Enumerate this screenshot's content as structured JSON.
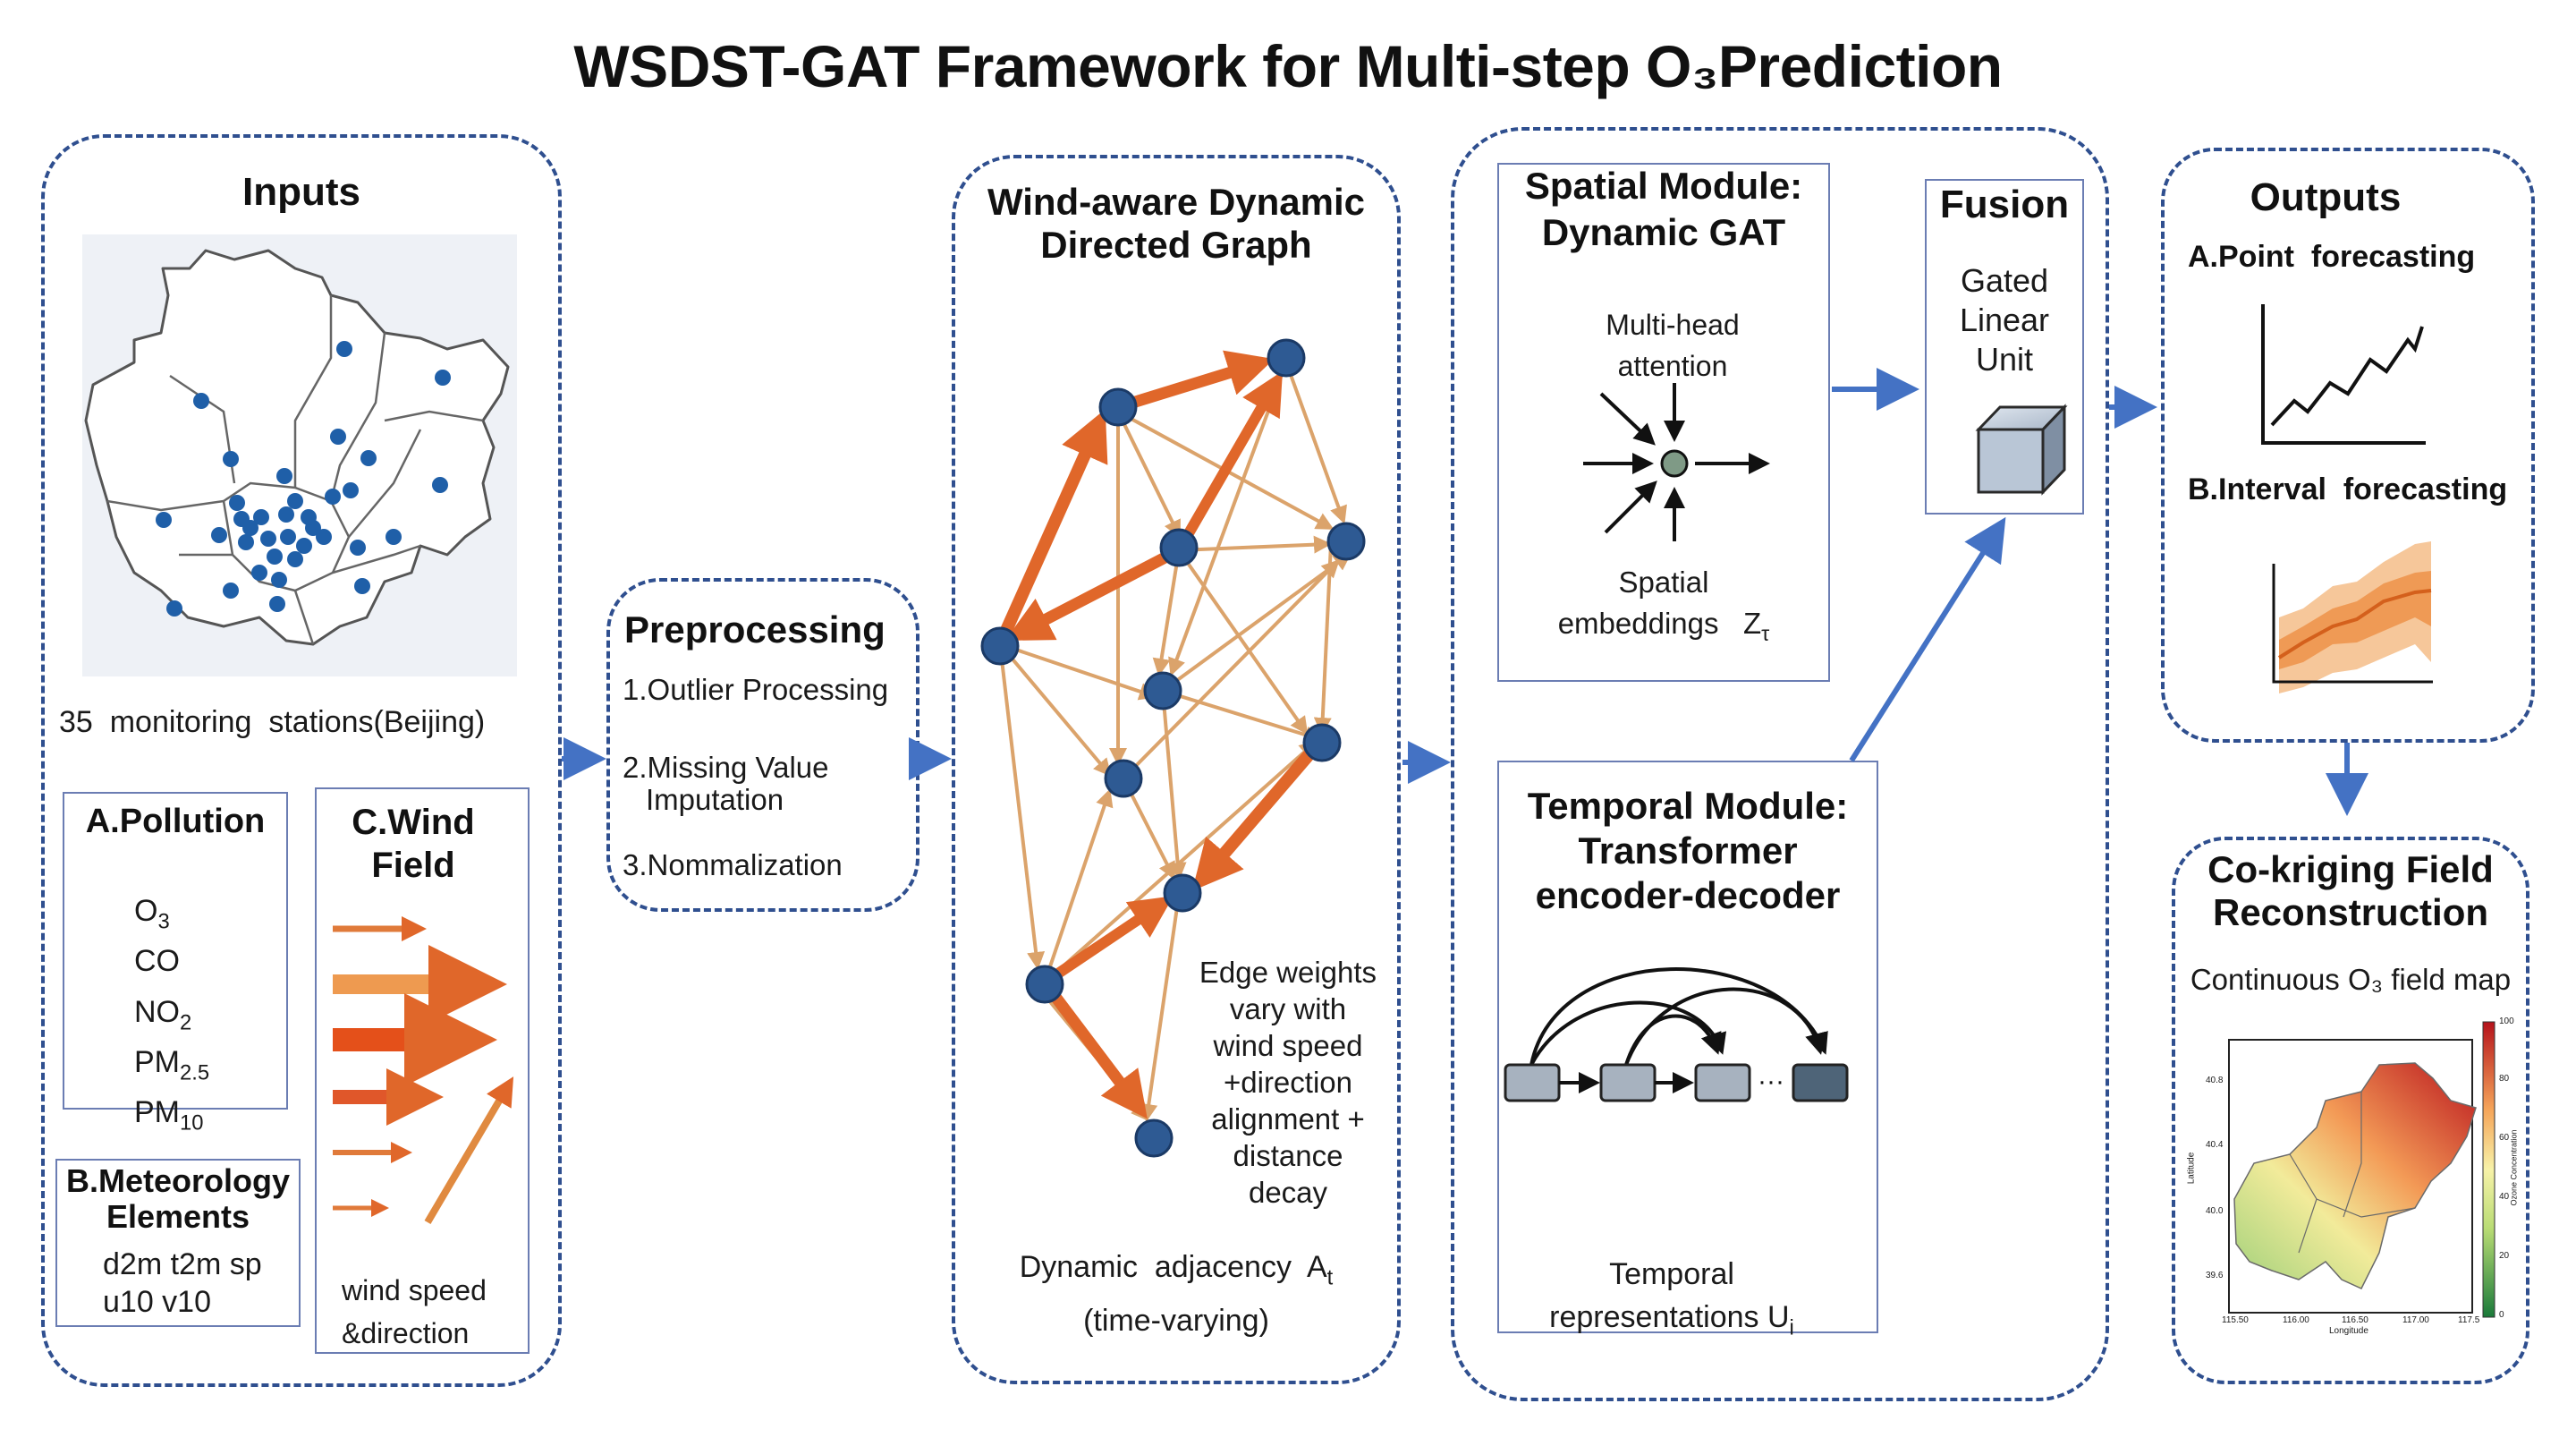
{
  "title": "WSDST-GAT Framework for Multi-step O₃Prediction",
  "inputs": {
    "heading": "Inputs",
    "map_caption": "35  monitoring  stations(Beijing)",
    "pollution": {
      "heading": "A.Pollution",
      "items": [
        {
          "base": "O",
          "sub": "3"
        },
        {
          "base": "CO",
          "sub": ""
        },
        {
          "base": "NO",
          "sub": "2"
        },
        {
          "base": "PM",
          "sub": "2.5"
        },
        {
          "base": "PM",
          "sub": "10"
        }
      ]
    },
    "meteorology": {
      "heading_line1": "B.Meteorology",
      "heading_line2": "Elements",
      "line1": "d2m t2m sp",
      "line2": "u10 v10"
    },
    "wind": {
      "heading_line1": "C.Wind",
      "heading_line2": "Field",
      "caption_line1": "wind speed",
      "caption_line2": "&direction"
    }
  },
  "preprocessing": {
    "heading": "Preprocessing",
    "step1": "1.Outlier Processing",
    "step2_line1": "2.Missing Value",
    "step2_line2": "Imputation",
    "step3": "3.Nommalization"
  },
  "graph": {
    "heading_line1": "Wind-aware Dynamic",
    "heading_line2": "Directed Graph",
    "edge_note": [
      "Edge weights",
      "vary with",
      "wind speed",
      "+direction",
      "alignment +",
      "distance",
      "decay"
    ],
    "adjacency_line1": "Dynamic  adjacency  A",
    "adjacency_sub": "t",
    "adjacency_line2": "(time-varying)"
  },
  "spatial": {
    "heading_line1": "Spatial Module:",
    "heading_line2": "Dynamic GAT",
    "attention_line1": "Multi-head",
    "attention_line2": "attention",
    "embed_line1": "Spatial",
    "embed_line2": "embeddings",
    "embed_symbol": "Z",
    "embed_symbol_sub": "τ"
  },
  "temporal": {
    "heading_line1": "Temporal Module:",
    "heading_line2": "Transformer",
    "heading_line3": "encoder-decoder",
    "caption_line1": "Temporal",
    "caption_line2": "representations U",
    "caption_sub": "i"
  },
  "fusion": {
    "heading": "Fusion",
    "line1": "Gated",
    "line2": "Linear",
    "line3": "Unit"
  },
  "outputs": {
    "heading": "Outputs",
    "point": "A.Point  forecasting",
    "interval": "B.Interval  forecasting"
  },
  "cokriging": {
    "heading_line1": "Co-kriging Field",
    "heading_line2": "Reconstruction",
    "caption": "Continuous O₃ field map",
    "map": {
      "xticks": [
        "115.50",
        "116.00",
        "116.50",
        "117.00",
        "117.5"
      ],
      "yticks": [
        "40.8",
        "40.4",
        "40.0",
        "39.6"
      ],
      "xlabel": "Longitude",
      "ylabel": "Latitude",
      "cbar_ticks": [
        "100",
        "80",
        "60",
        "40",
        "20",
        "0"
      ],
      "cbar_label": "Ozone Concentration"
    }
  },
  "colors": {
    "panel_border": "#2f4f8f",
    "flow_arrow": "#4472c4",
    "node_fill": "#2e5a93",
    "edge_orange": "#e0672a",
    "station_dot": "#1f5fa8"
  }
}
